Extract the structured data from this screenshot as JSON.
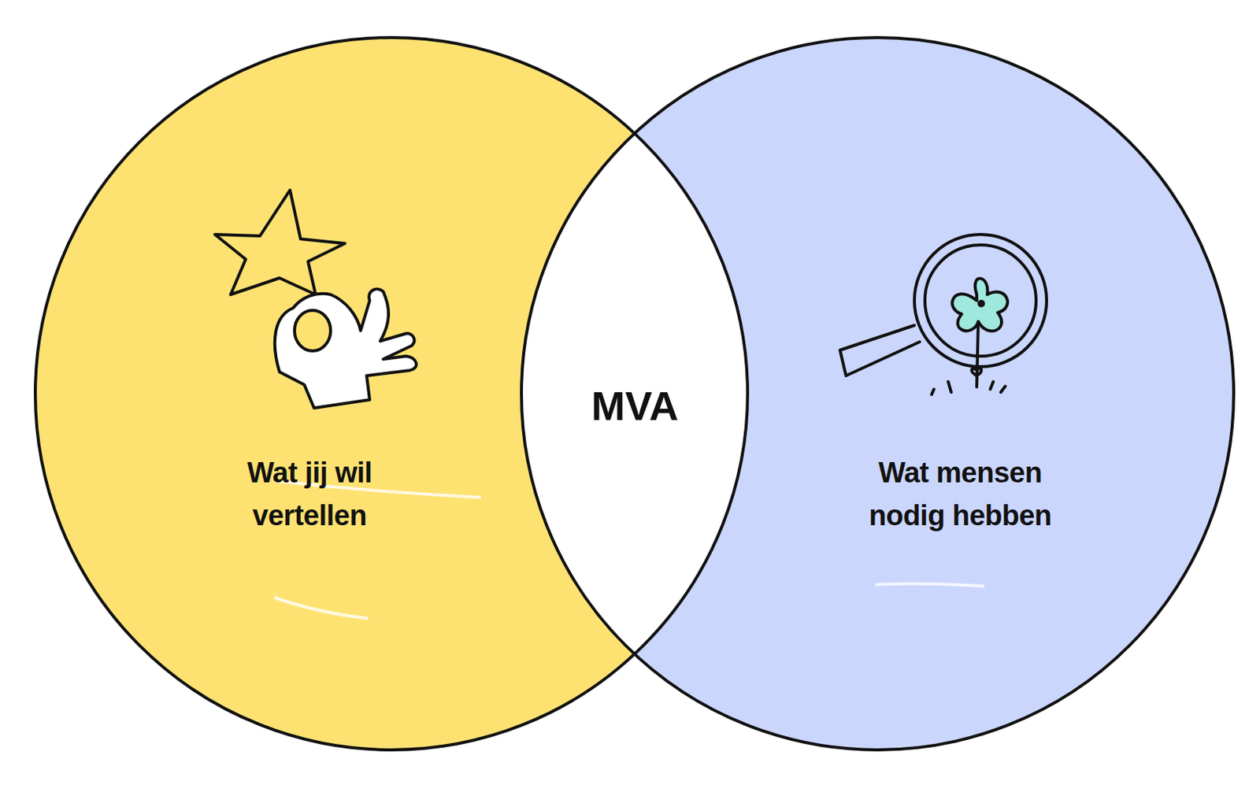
{
  "diagram": {
    "nodes": [
      {
        "text": [
          "Wat jij wil vertellen"
        ]
      },
      {
        "text": [
          "Wat mensen nodig hebben"
        ]
      }
    ],
    "labels": [
      "MVA"
    ]
  }
}
